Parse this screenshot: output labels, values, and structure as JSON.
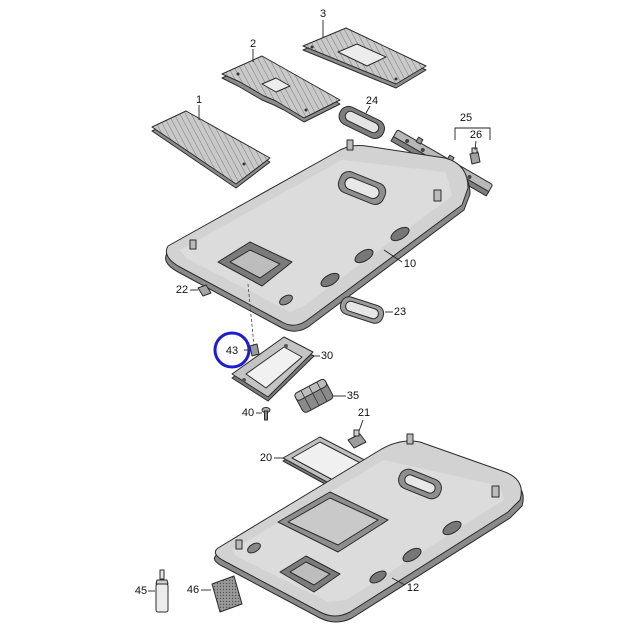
{
  "callouts": {
    "part_1": "1",
    "part_2": "2",
    "part_3": "3",
    "part_10": "10",
    "part_12": "12",
    "part_20": "20",
    "part_21": "21",
    "part_22": "22",
    "part_23": "23",
    "part_24": "24",
    "part_25": "25",
    "part_26": "26",
    "part_30": "30",
    "part_35": "35",
    "part_40": "40",
    "part_43": "43",
    "part_45": "45",
    "part_46": "46"
  },
  "colors": {
    "background": "#ffffff",
    "part_fill": "#d4d4d4",
    "part_shadow": "#8c8c8c",
    "outline": "#2b2b2b",
    "highlight_circle": "#1c1cd0"
  }
}
